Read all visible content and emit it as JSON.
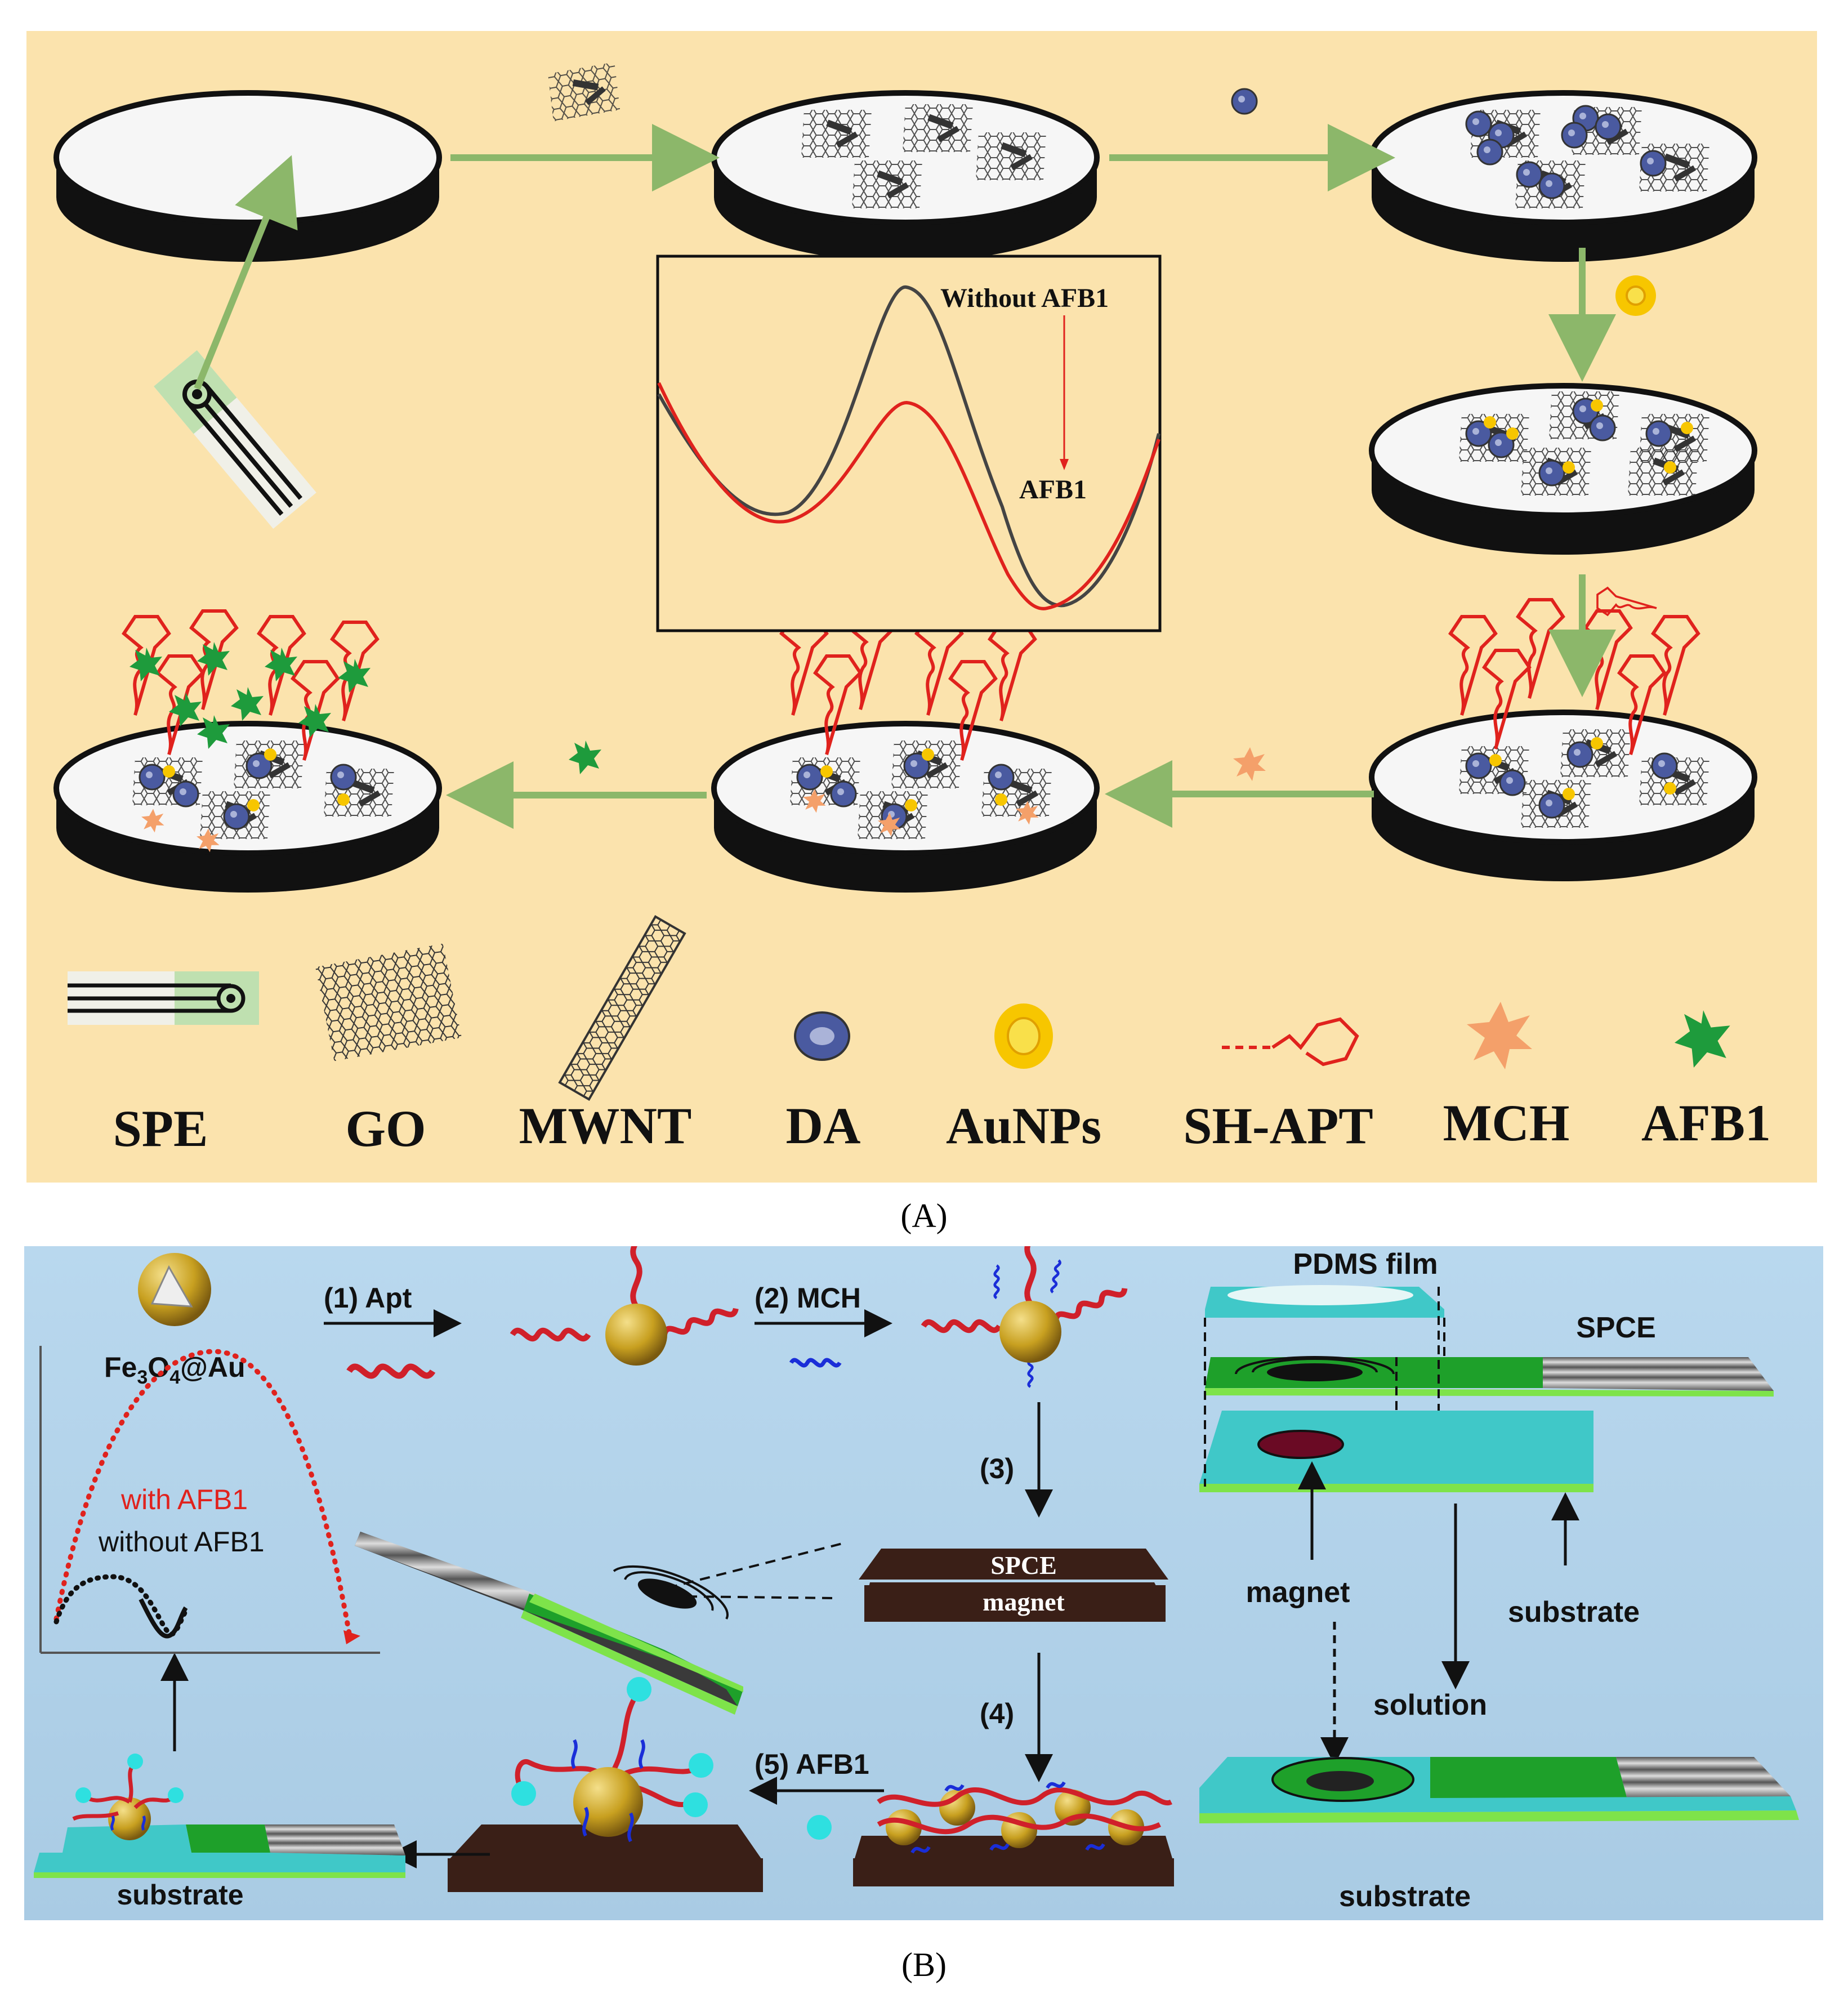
{
  "panel_a": {
    "caption": "(A)",
    "legend": [
      {
        "key": "spe",
        "label": "SPE"
      },
      {
        "key": "go",
        "label": "GO"
      },
      {
        "key": "mwnt",
        "label": "MWNT"
      },
      {
        "key": "da",
        "label": "DA"
      },
      {
        "key": "aunps",
        "label": "AuNPs"
      },
      {
        "key": "shapt",
        "label": "SH-APT"
      },
      {
        "key": "mch",
        "label": "MCH"
      },
      {
        "key": "afb1",
        "label": "AFB1"
      }
    ],
    "inset": {
      "label_without": "Without AFB1",
      "label_with": "AFB1"
    },
    "colors": {
      "background": "#fbe3ad",
      "disk_side": "#111111",
      "arrow": "#8cb76a",
      "aptamer": "#e0221d",
      "afb1": "#1e9b3c",
      "mch": "#f4a06a",
      "aunp": "#f7c600"
    }
  },
  "panel_b": {
    "caption": "(B)",
    "fe3o4_label_parts": [
      "Fe",
      "3",
      "O",
      "4",
      "@Au"
    ],
    "steps": {
      "s1": "(1)  Apt",
      "s2": "(2)  MCH",
      "s3": "(3)",
      "s4": "(4)",
      "s5": "(5)  AFB1"
    },
    "inset": {
      "with_label": "with AFB1",
      "without_label": "without AFB1"
    },
    "magnet_block": {
      "top": "SPCE",
      "bottom": "magnet"
    },
    "device": {
      "pdms_film": "PDMS film",
      "spce": "SPCE",
      "magnet": "magnet",
      "substrate": "substrate",
      "solution": "solution",
      "substrate_bottom": "substrate"
    },
    "left_substrate": "substrate",
    "colors": {
      "background": "#b4d5ea",
      "electrode_green": "#1ea02a",
      "pad_cyan": "#40c8c8",
      "aptamer": "#d0202a",
      "mch": "#1a2ed8",
      "afb1": "#2ee0e0",
      "magnet": "#3a1f17",
      "particle": "#c8a020"
    }
  }
}
